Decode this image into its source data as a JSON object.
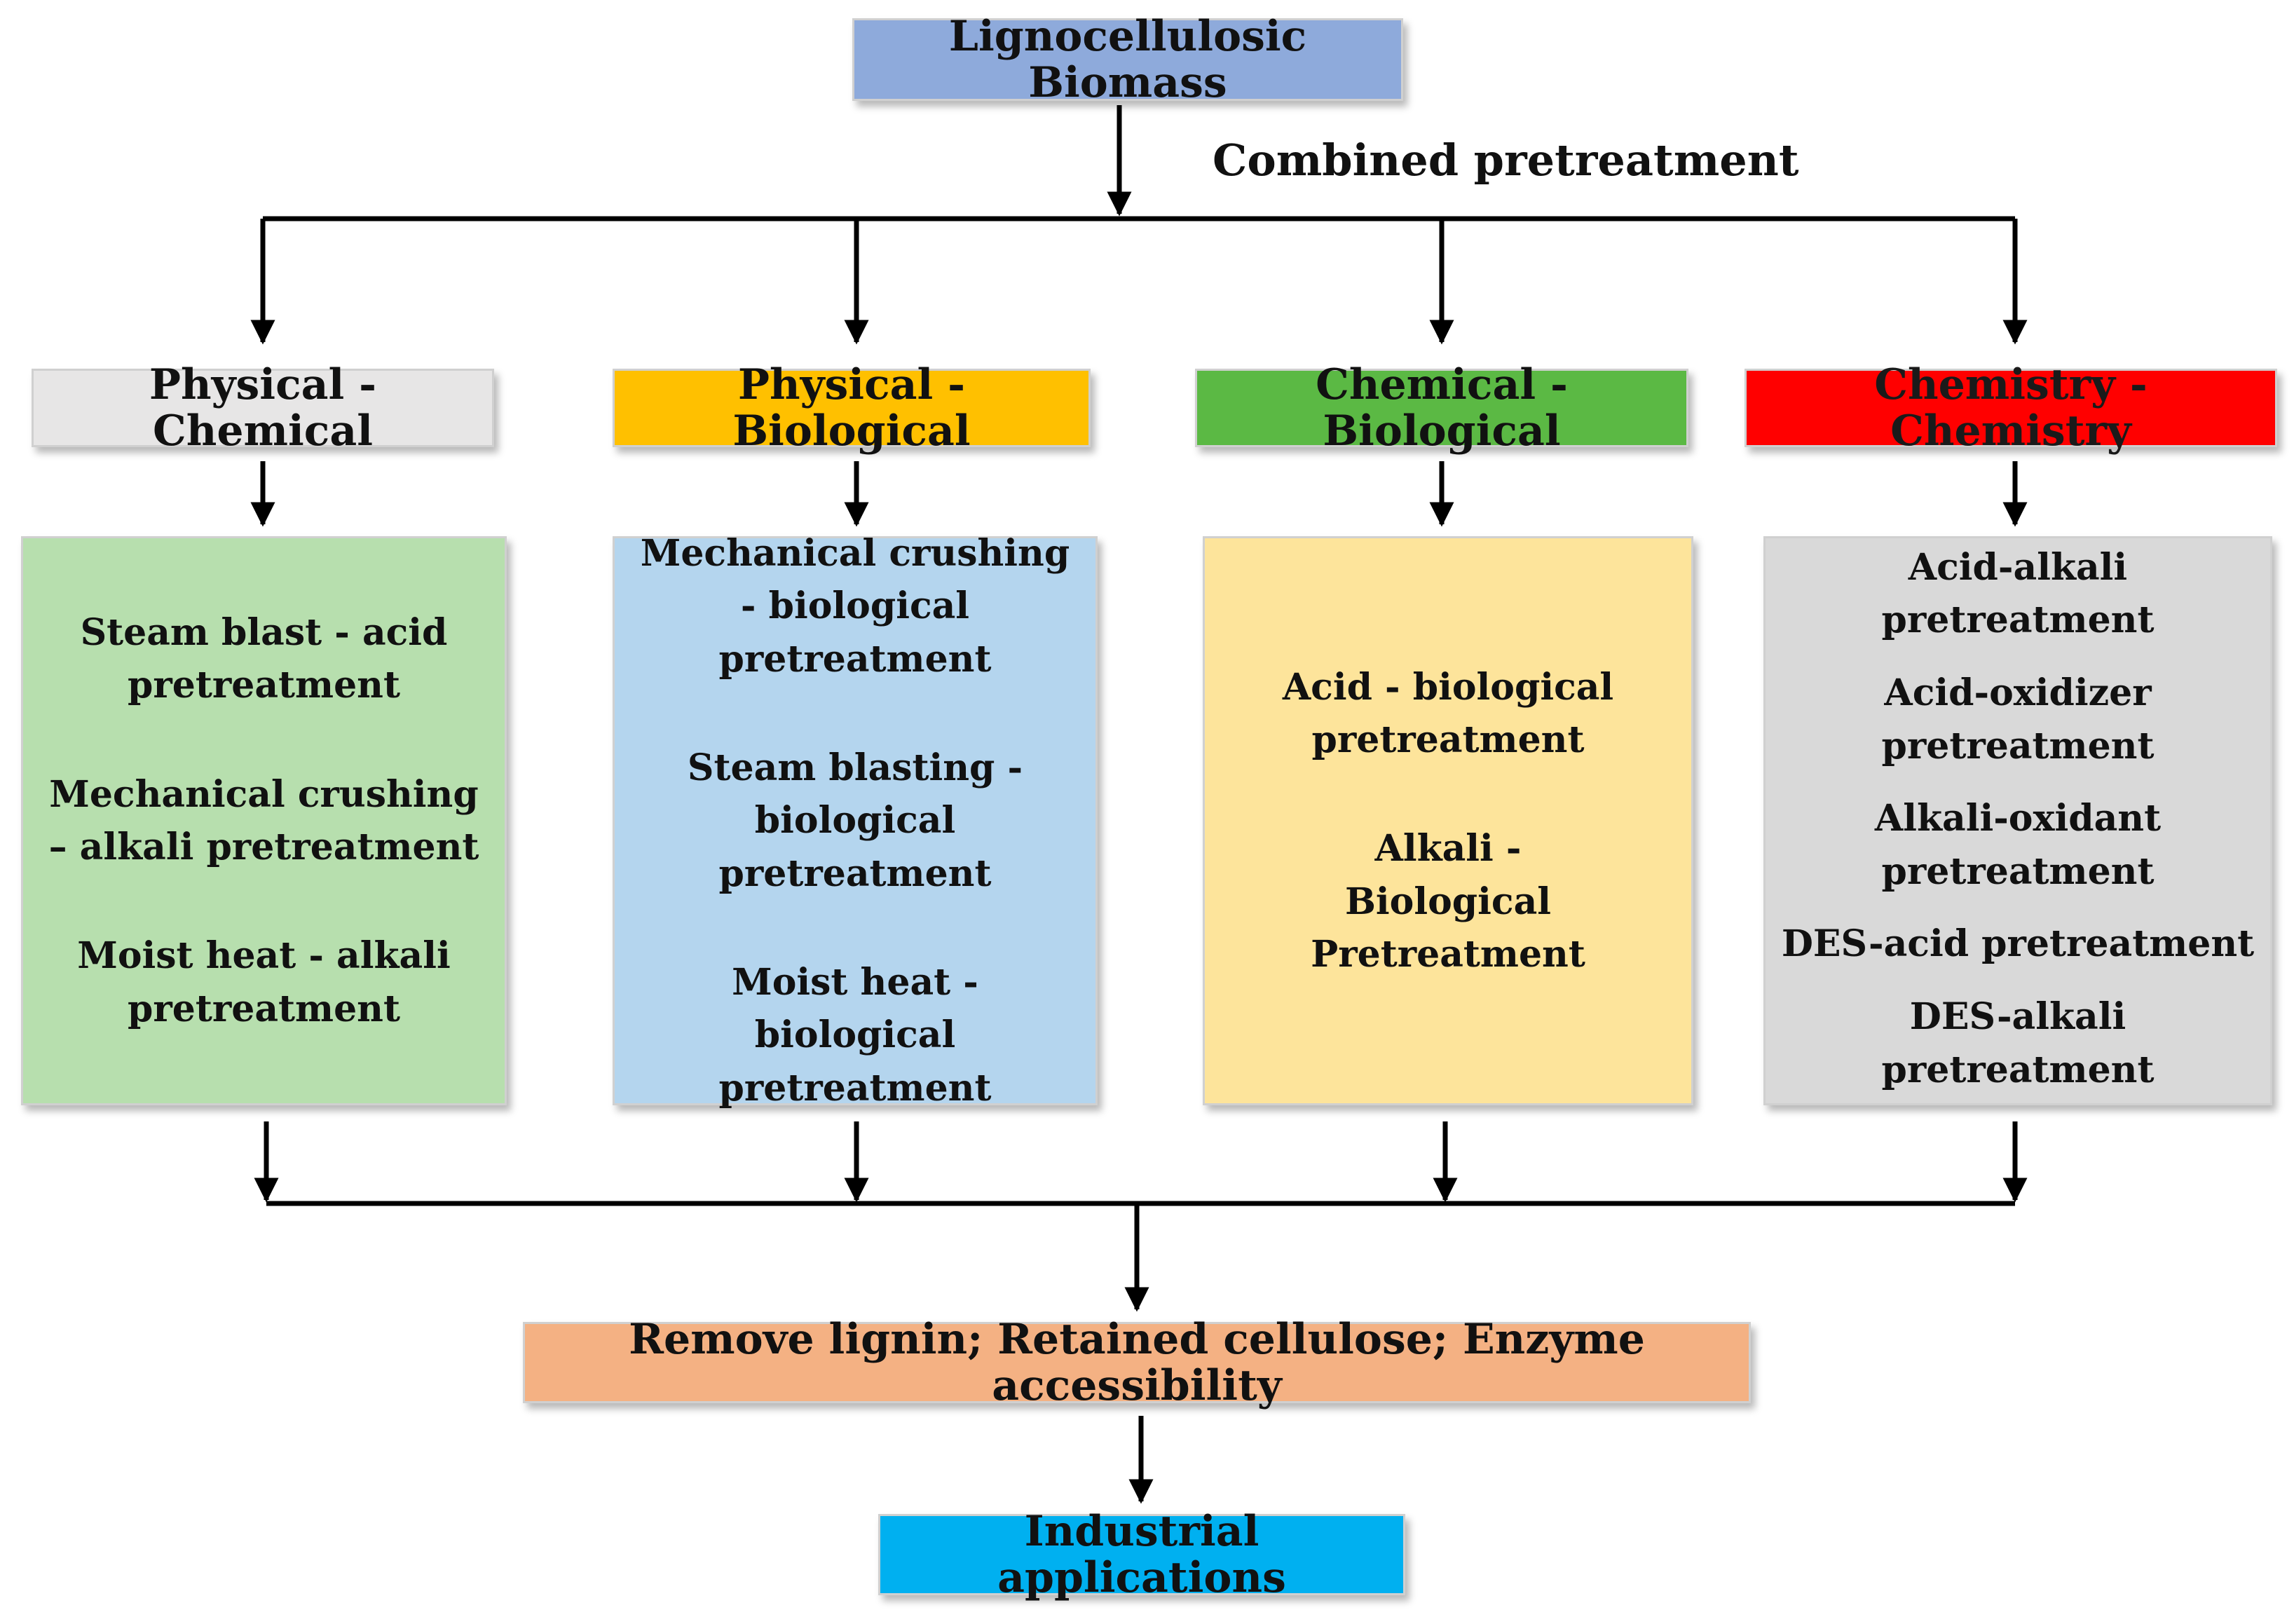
{
  "top": {
    "label": "Lignocellulosic Biomass",
    "color": "#8eaadb"
  },
  "combined_label": "Combined pretreatment",
  "categories": [
    {
      "label": "Physical - Chemical",
      "header_color": "#e7e6e6",
      "header_text_color": "#111111",
      "body_color": "#b7dfae",
      "items": [
        "Steam blast - acid pretreatment",
        "Mechanical crushing – alkali pretreatment",
        "Moist heat - alkali pretreatment"
      ]
    },
    {
      "label": "Physical - Biological",
      "header_color": "#ffc000",
      "header_text_color": "#111111",
      "body_color": "#b4d5ee",
      "items": [
        "Mechanical crushing - biological pretreatment",
        "Steam blasting - biological pretreatment",
        "Moist heat - biological pretreatment"
      ]
    },
    {
      "label": "Chemical - Biological",
      "header_color": "#5bb944",
      "header_text_color": "#111111",
      "body_color": "#fde49b",
      "items": [
        "Acid - biological pretreatment",
        "Alkali - Biological Pretreatment"
      ]
    },
    {
      "label": "Chemistry - Chemistry",
      "header_color": "#ff0000",
      "header_text_color": "#1a1a1a",
      "body_color": "#d9d9d9",
      "items": [
        "Acid-alkali pretreatment",
        "Acid-oxidizer pretreatment",
        "Alkali-oxidant pretreatment",
        "DES-acid pretreatment",
        "DES-alkali pretreatment"
      ]
    }
  ],
  "result": {
    "label": "Remove lignin; Retained cellulose; Enzyme accessibility",
    "color": "#f4b183"
  },
  "final": {
    "label": "Industrial applications",
    "color": "#00b0f0"
  }
}
